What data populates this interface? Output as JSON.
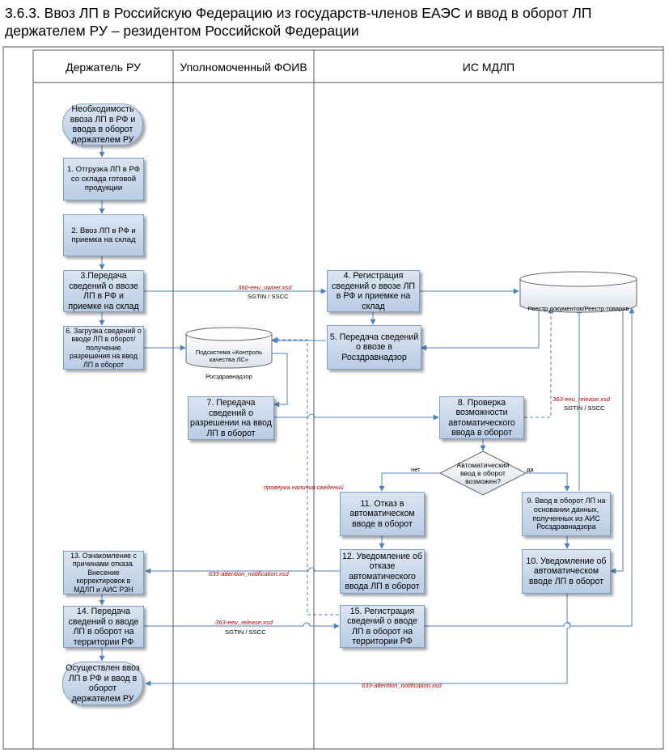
{
  "title": "3.6.3. Ввоз ЛП в Российскую Федерацию из государств-членов ЕАЭС и ввод в оборот ЛП держателем РУ – резидентом Российской Федерации",
  "lanes": {
    "holder": "Держатель РУ",
    "foiv": "Уполномоченный ФОИВ",
    "mdlp": "ИС МДЛП"
  },
  "nodes": {
    "start": "Необходимость ввоза ЛП в РФ и ввода в оборот держателем РУ",
    "n1": "1. Отгрузка ЛП в РФ со склада готовой продукции",
    "n2": "2. Ввоз ЛП в РФ и приемка на склад",
    "n3": "3.Передача сведений о ввозе ЛП в РФ и приемке на склад",
    "n4": "4. Регистрация сведений о ввозе ЛП в РФ и приемке на склад",
    "n5": "5. Передача сведений о ввозе в Росздравнадзор",
    "n6": "6. Загрузка сведений о вводе ЛП в оборот/ получение разрешения на ввод ЛП в оборот",
    "n7": "7. Передача сведений о разрешении на ввод ЛП в оборот",
    "n8": "8. Проверка возможности автоматического ввода в оборот",
    "decision": "Автоматический ввод в оборот возможен?",
    "n9": "9. Ввод в оборот ЛП на основании данных, полученных из АИС Росздравнадзора",
    "n10": "10. Уведомление об автоматическом вводе ЛП в оборот",
    "n11": "11. Отказ в автоматическом вводе в оборот",
    "n12": "12. Уведомление об отказе автоматического ввода ЛП в оборот",
    "n13": "13. Ознакомление с причинами отказа. Внесение корректировок в МДЛП и АИС РЗН",
    "n14": "14. Передача сведений о вводе ЛП в оборот на территории РФ",
    "n15": "15. Регистрация сведений о вводе ЛП в оборот на территории РФ",
    "end": "Осуществлен ввоз ЛП в РФ и ввод в оборот держателем РУ"
  },
  "databases": {
    "registry": "Реестр документов/Реестр товаров",
    "quality": "Подсистема «Контроль качества ЛС»",
    "quality_owner": "Росздравнадзор"
  },
  "labels": {
    "yes": "да",
    "no": "нет",
    "msg_360": "360-eeu_owner.xsd",
    "msg_363_a": "363-eeu_release.xsd",
    "msg_363_b": "363-eeu_release.xsd",
    "msg_633_a": "633-attention_notification.xsd",
    "msg_633_b": "633-attention_notification.xsd",
    "sgtin_1": "SGTIN / SSCC",
    "sgtin_2": "SGTIN / SSCC",
    "sgtin_3": "SGTIN / SSCC",
    "check": "проверка наличия сведений"
  },
  "colors": {
    "box_top": "#dbe5f1",
    "box_bottom": "#b9cce4",
    "connector": "#4f81bd",
    "lane_line": "#555555",
    "accent_text": "#c00000"
  }
}
